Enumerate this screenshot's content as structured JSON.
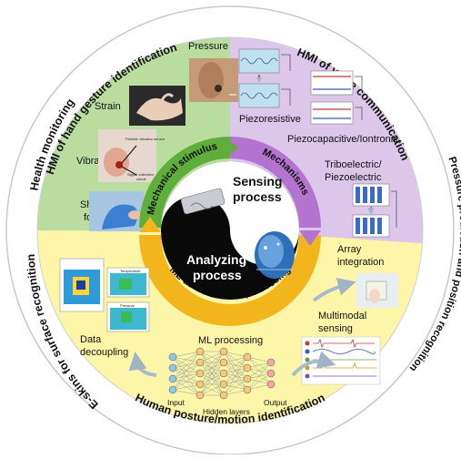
{
  "outer_ring": {
    "top_left": "HMI of hand gesture identification",
    "top_right": "HMI of voice communication",
    "right": "Pressure prediction and position recognition",
    "bottom": "Human posture/motion identification",
    "left_lower": "E-skins for surface recognition",
    "left_upper": "Health monitoring"
  },
  "stimulus": {
    "pressure": "Pressure",
    "strain": "Strain",
    "vibration": "Vibration",
    "shear_force_1": "Shear",
    "shear_force_2": "force",
    "sensor_note_1": "Flexible vibration sensor",
    "sensor_note_2": "Signal collection",
    "sensor_note_3": "circuit"
  },
  "mechanisms": {
    "piezoresistive": "Piezoresistive",
    "piezocapacitive": "Piezocapacitive/Iontronic",
    "triboelectric_1": "Triboelectric/",
    "triboelectric_2": "Piezoelectric"
  },
  "center": {
    "sensing_1": "Sensing",
    "sensing_2": "process",
    "analyzing_1": "Analyzing",
    "analyzing_2": "process",
    "arc_mechanical": "Mechanical stimulus",
    "arc_mechanisms": "Mechanisms",
    "arc_ml": "ML-assisted data processing"
  },
  "processing": {
    "array_1": "Array",
    "array_2": "integration",
    "multimodal_1": "Multimodal",
    "multimodal_2": "sensing",
    "ml_processing": "ML processing",
    "data_1": "Data",
    "data_2": "decoupling",
    "input": "Input",
    "hidden": "Hidden layers",
    "output": "Output",
    "heat_label_1": "Temperature",
    "heat_label_2": "Pressure"
  }
}
